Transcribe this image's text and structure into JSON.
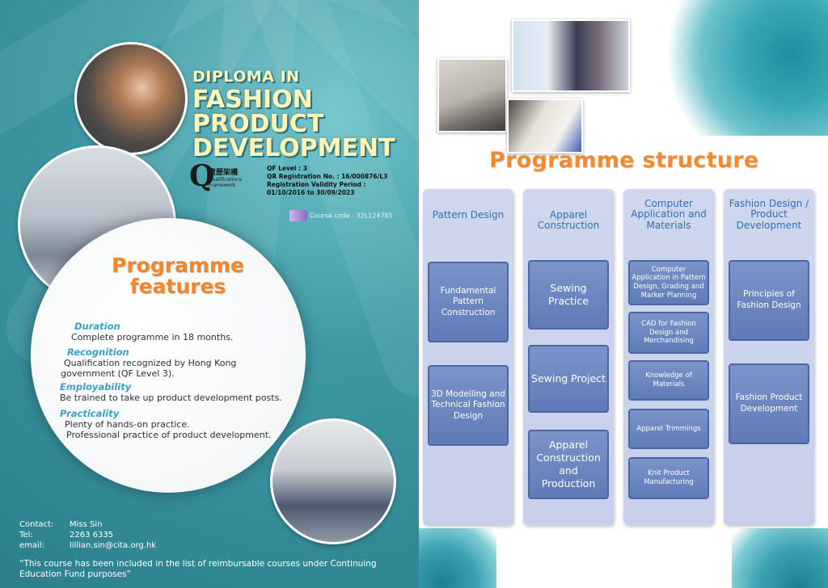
{
  "left_panel": {
    "title_line1": "DIPLOMA IN",
    "title_line2": "FASHION",
    "title_line3": "PRODUCT",
    "title_line4": "DEVELOPMENT",
    "qf_logo": {
      "mark": "Q",
      "zh": "資歷架構",
      "en_line1": "Qualifications",
      "en_line2": "Framework"
    },
    "qf_level": "QF Level : 3",
    "qr_registration": "QR Registration No. : 16/000876/L3",
    "validity_label": "Registration Validity Period :",
    "validity_period": "01/10/2016 to 30/09/2023",
    "course_code": "Course code : 32L124785",
    "features_title_line1": "Programme",
    "features_title_line2": "features",
    "features": [
      {
        "heading": "Duration",
        "lines": [
          "Complete programme in 18 months."
        ]
      },
      {
        "heading": "Recognition",
        "lines": [
          "Qualification recognized by Hong Kong",
          "government (QF Level 3)."
        ]
      },
      {
        "heading": "Employability",
        "lines": [
          "Be trained to take up product development posts."
        ]
      },
      {
        "heading": "Practicality",
        "lines": [
          "Plenty of hands-on practice.",
          "Professional practice of product  development."
        ]
      }
    ],
    "contact": {
      "contact_label": "Contact:",
      "contact_value": "Miss Sin",
      "tel_label": "Tel:",
      "tel_value": "2263 6335",
      "email_label": "email:",
      "email_value": "lillian.sin@cita.org.hk"
    },
    "note": "“This course has been included in the list of reimbursable courses under Continuing Education Fund purposes”"
  },
  "right_panel": {
    "title": "Programme structure",
    "columns": [
      {
        "heading": "Pattern Design",
        "modules": [
          "Fundamental Pattern Construction",
          "3D Modelling and Technical Fashion Design"
        ]
      },
      {
        "heading": "Apparel Construction",
        "modules": [
          "Sewing Practice",
          "Sewing Project",
          "Apparel Construction and Production"
        ]
      },
      {
        "heading": "Computer Application and Materials",
        "modules": [
          "Computer Application in Pattern Design, Grading and Marker Planning",
          "CAD for Fashion Design and Merchandising",
          "Knowledge of Materials",
          "Apparel Trimmings",
          "Knit Product Manufacturing"
        ]
      },
      {
        "heading": "Fashion Design / Product Development",
        "modules": [
          "Principles of Fashion Design",
          "Fashion Product Development"
        ]
      }
    ]
  },
  "colors": {
    "teal": "#3e99a4",
    "orange": "#f0872d",
    "module_blue": "#5f7bb8",
    "column_bg": "#cfd7ef",
    "heading_blue": "#2f6fb5"
  }
}
